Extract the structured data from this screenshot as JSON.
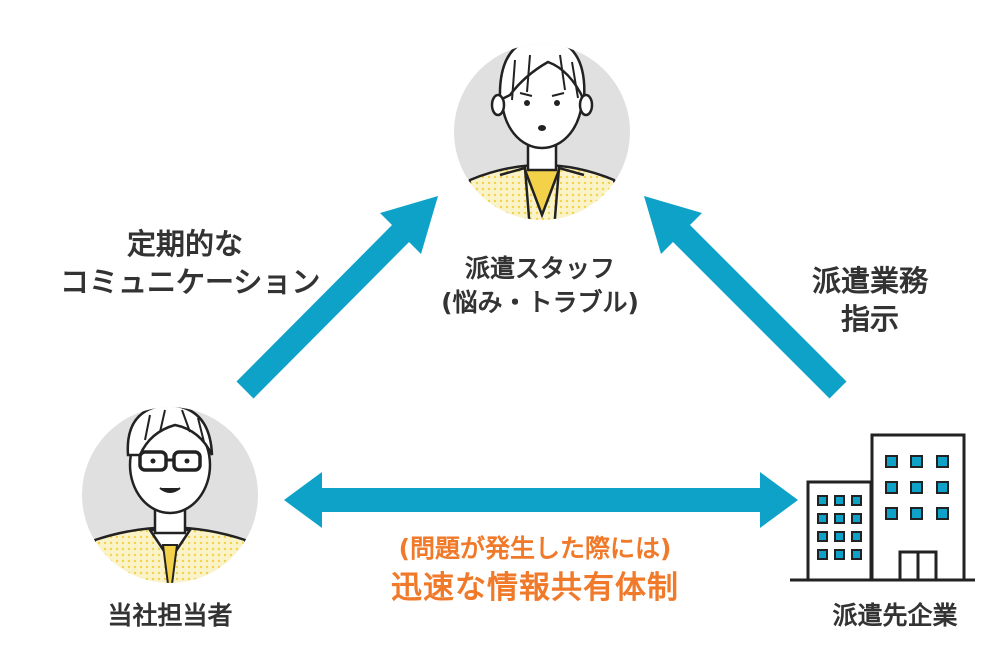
{
  "nodes": {
    "staff": {
      "line1": "派遣スタッフ",
      "line2": "(悩み・トラブル)"
    },
    "person": {
      "label": "当社担当者"
    },
    "company": {
      "label": "派遣先企業"
    }
  },
  "edges": {
    "communication": {
      "line1": "定期的な",
      "line2": "コミュニケーション"
    },
    "instruction": {
      "line1": "派遣業務",
      "line2": "指示"
    },
    "sharing": {
      "line1": "(問題が発生した際には)",
      "line2": "迅速な情報共有体制"
    }
  },
  "colors": {
    "arrow": "#0ea2c8",
    "highlight": "#f07a2a",
    "circle": "#e0e0e0",
    "text": "#333333",
    "accent_yellow": "#f3d24a"
  }
}
